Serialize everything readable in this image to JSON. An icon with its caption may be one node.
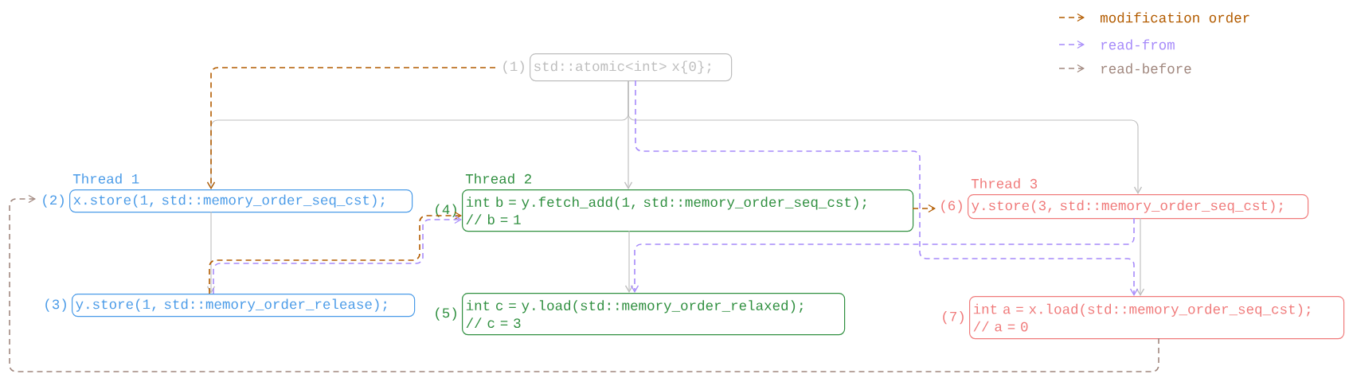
{
  "diagram": {
    "nodes": [
      {
        "text": [
          "std::atomic<int> x{0};"
        ],
        "beside": [
          "(1)"
        ]
      },
      {
        "text": [
          "x.store(1, std::memory_order_seq_cst);"
        ],
        "beside": [
          "(2)",
          "Thread 1"
        ]
      },
      {
        "text": [
          "y.store(1, std::memory_order_release);"
        ],
        "beside": [
          "(3)"
        ]
      },
      {
        "text": [
          "int b = y.fetch_add(1, std::memory_order_seq_cst);",
          "// b = 1"
        ],
        "beside": [
          "(4)",
          "Thread 2"
        ]
      },
      {
        "text": [
          "int c = y.load(std::memory_order_relaxed);",
          "// c = 3"
        ],
        "beside": [
          "(5)"
        ]
      },
      {
        "text": [
          "y.store(3, std::memory_order_seq_cst);"
        ],
        "beside": [
          "(6)",
          "Thread 3"
        ]
      },
      {
        "text": [
          "int a = x.load(std::memory_order_seq_cst);",
          "// a = 0"
        ],
        "beside": [
          "(7)"
        ]
      }
    ],
    "edges": [
      {
        "from": 0,
        "to": 1,
        "arrow": "to"
      },
      {
        "from": 0,
        "to": 3,
        "arrow": "to"
      },
      {
        "from": 0,
        "to": 5,
        "arrow": "to"
      },
      {
        "from": 1,
        "to": 2,
        "arrow": "to"
      },
      {
        "from": 3,
        "to": 4,
        "arrow": "to"
      },
      {
        "from": 5,
        "to": 6,
        "arrow": "to"
      },
      {
        "from": 0,
        "to": 1,
        "arrow": "to",
        "style": "dashed",
        "color": "#b35c00"
      },
      {
        "from": 2,
        "to": 3,
        "arrow": "to",
        "style": "dashed",
        "color": "#b35c00"
      },
      {
        "from": 2,
        "to": 3,
        "arrow": "to",
        "style": "dashed",
        "color": "#a78bfa"
      },
      {
        "from": 3,
        "to": 5,
        "arrow": "to",
        "style": "dashed",
        "color": "#b35c00"
      },
      {
        "from": 0,
        "to": 6,
        "arrow": "to",
        "style": "dashed",
        "color": "#a78bfa"
      },
      {
        "from": 5,
        "to": 4,
        "arrow": "to",
        "style": "dashed",
        "color": "#a78bfa"
      },
      {
        "from": 6,
        "to": 1,
        "arrow": "to",
        "style": "dashed",
        "color": "#a1887f"
      }
    ],
    "legend": [
      {
        "text": "modification order"
      },
      {
        "text": "read-from"
      },
      {
        "text": "read-before"
      }
    ]
  }
}
